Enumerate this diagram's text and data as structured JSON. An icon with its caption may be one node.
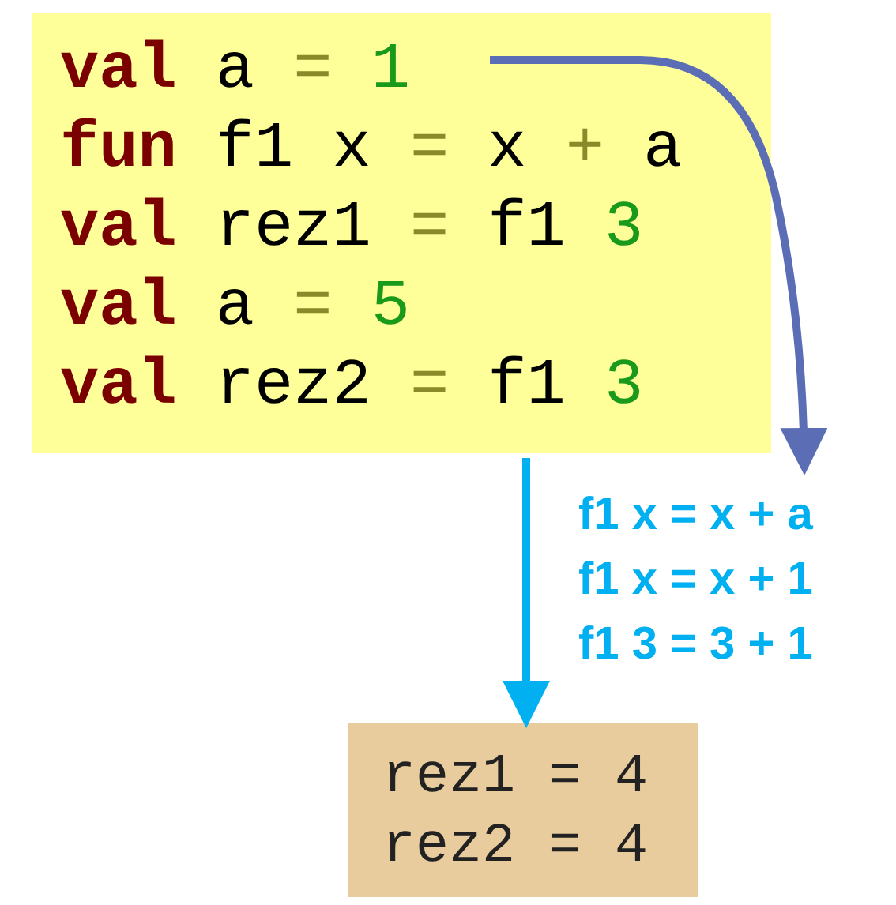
{
  "diagram": {
    "nodes": [
      {
        "text": [
          "val a = 1",
          "fun f1 x = x + a",
          "val rez1 = f1 3",
          "val a = 5",
          "val rez2 = f1 3"
        ]
      },
      {
        "text": [
          "rez1 = 4",
          "rez2 = 4"
        ]
      },
      {
        "text": [
          "f1 x = x + a",
          "f1 x = x + 1",
          "f1 3 = 3 + 1"
        ]
      }
    ],
    "edges": [
      {
        "from": 0,
        "to": 2,
        "arrow": "to",
        "color": "#5b6db4"
      },
      {
        "from": 0,
        "to": 1,
        "arrow": "to",
        "color": "#00b0f0"
      }
    ]
  }
}
